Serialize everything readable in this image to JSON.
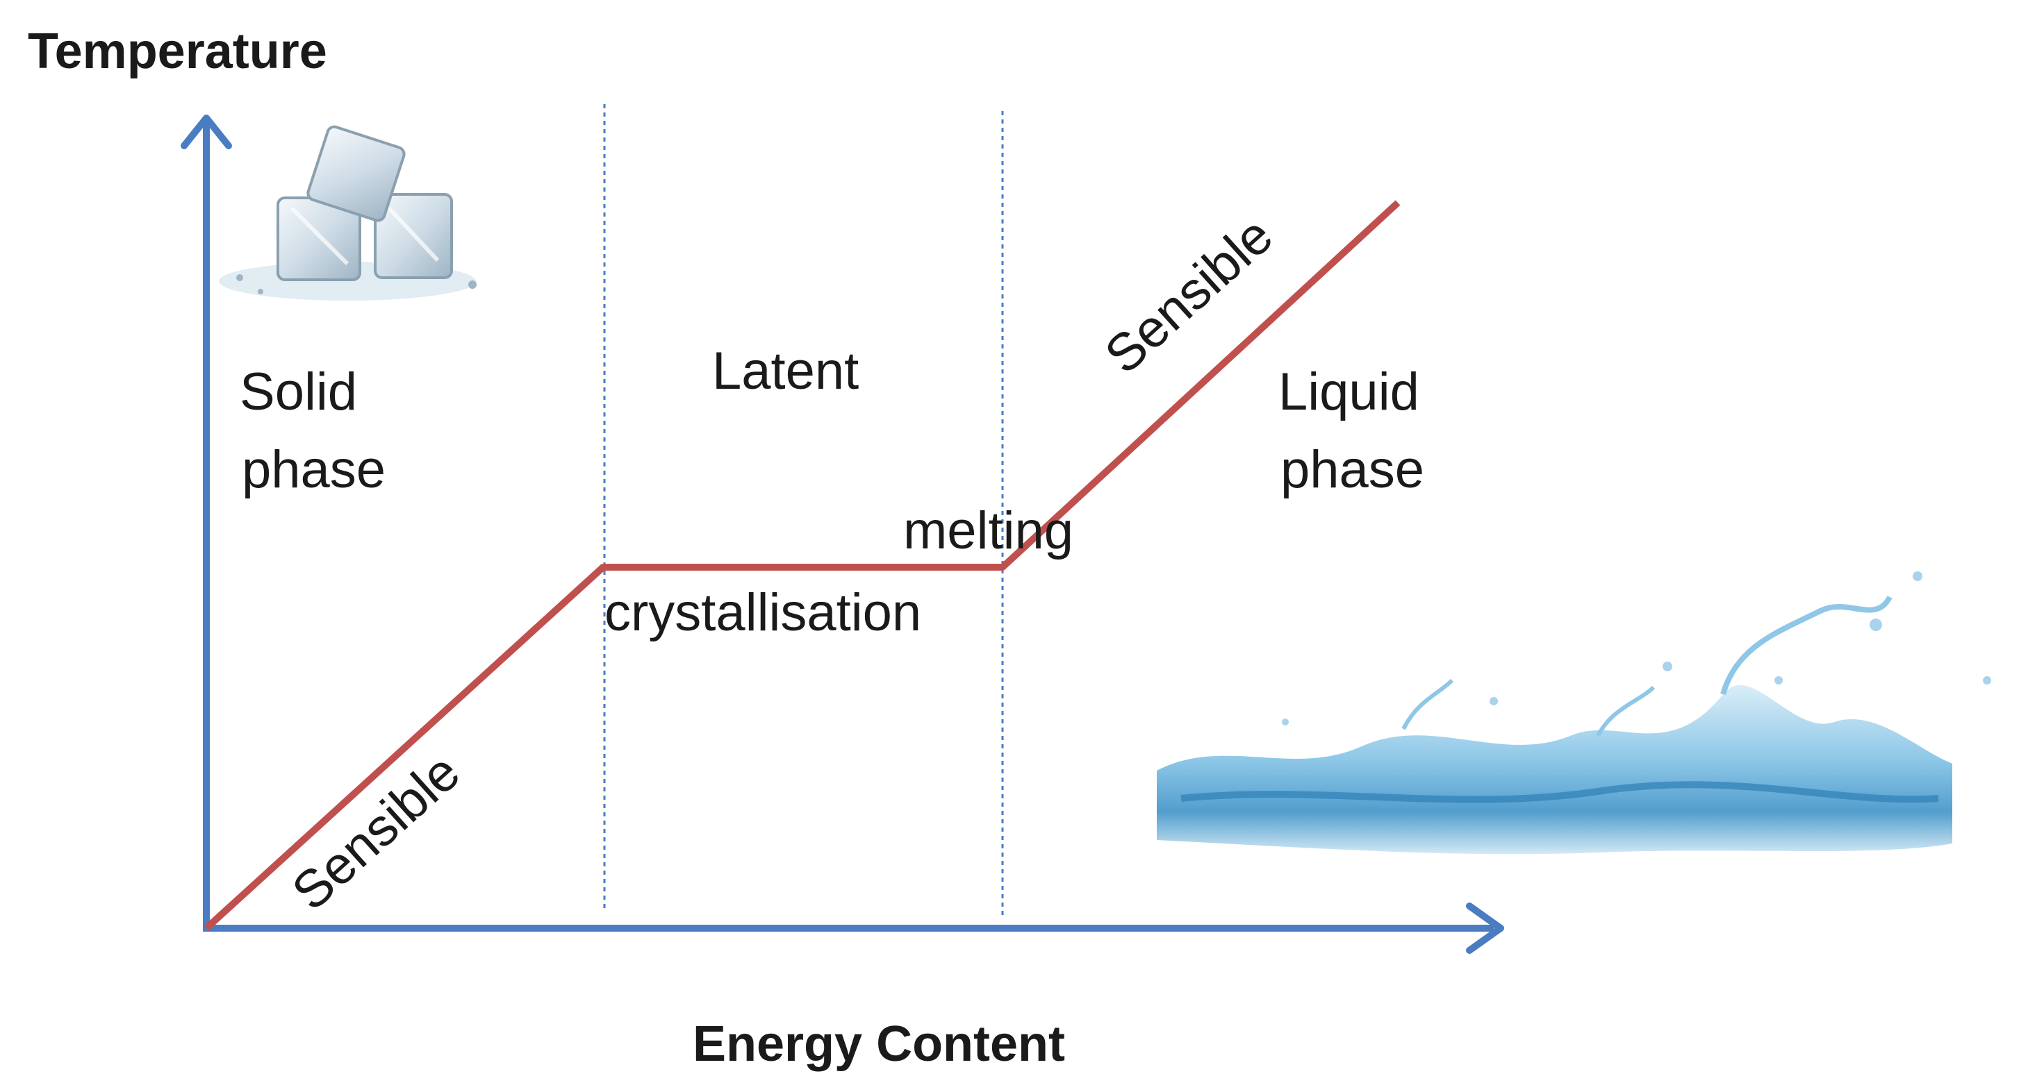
{
  "axes": {
    "y_label": "Temperature",
    "x_label": "Energy Content"
  },
  "labels": {
    "solid_line1": "Solid",
    "solid_line2": "phase",
    "latent": "Latent",
    "liquid_line1": "Liquid",
    "liquid_line2": "phase",
    "sensible_lower": "Sensible",
    "sensible_upper": "Sensible",
    "crystallisation": "crystallisation",
    "melting": "melting"
  },
  "pictures": {
    "ice": "ice-cubes-picture",
    "water": "water-splash-picture"
  },
  "colors": {
    "axis": "#4a7cc2",
    "curve": "#c0504d",
    "divider": "#4a7cc2",
    "water": "#5aa9d8"
  }
}
